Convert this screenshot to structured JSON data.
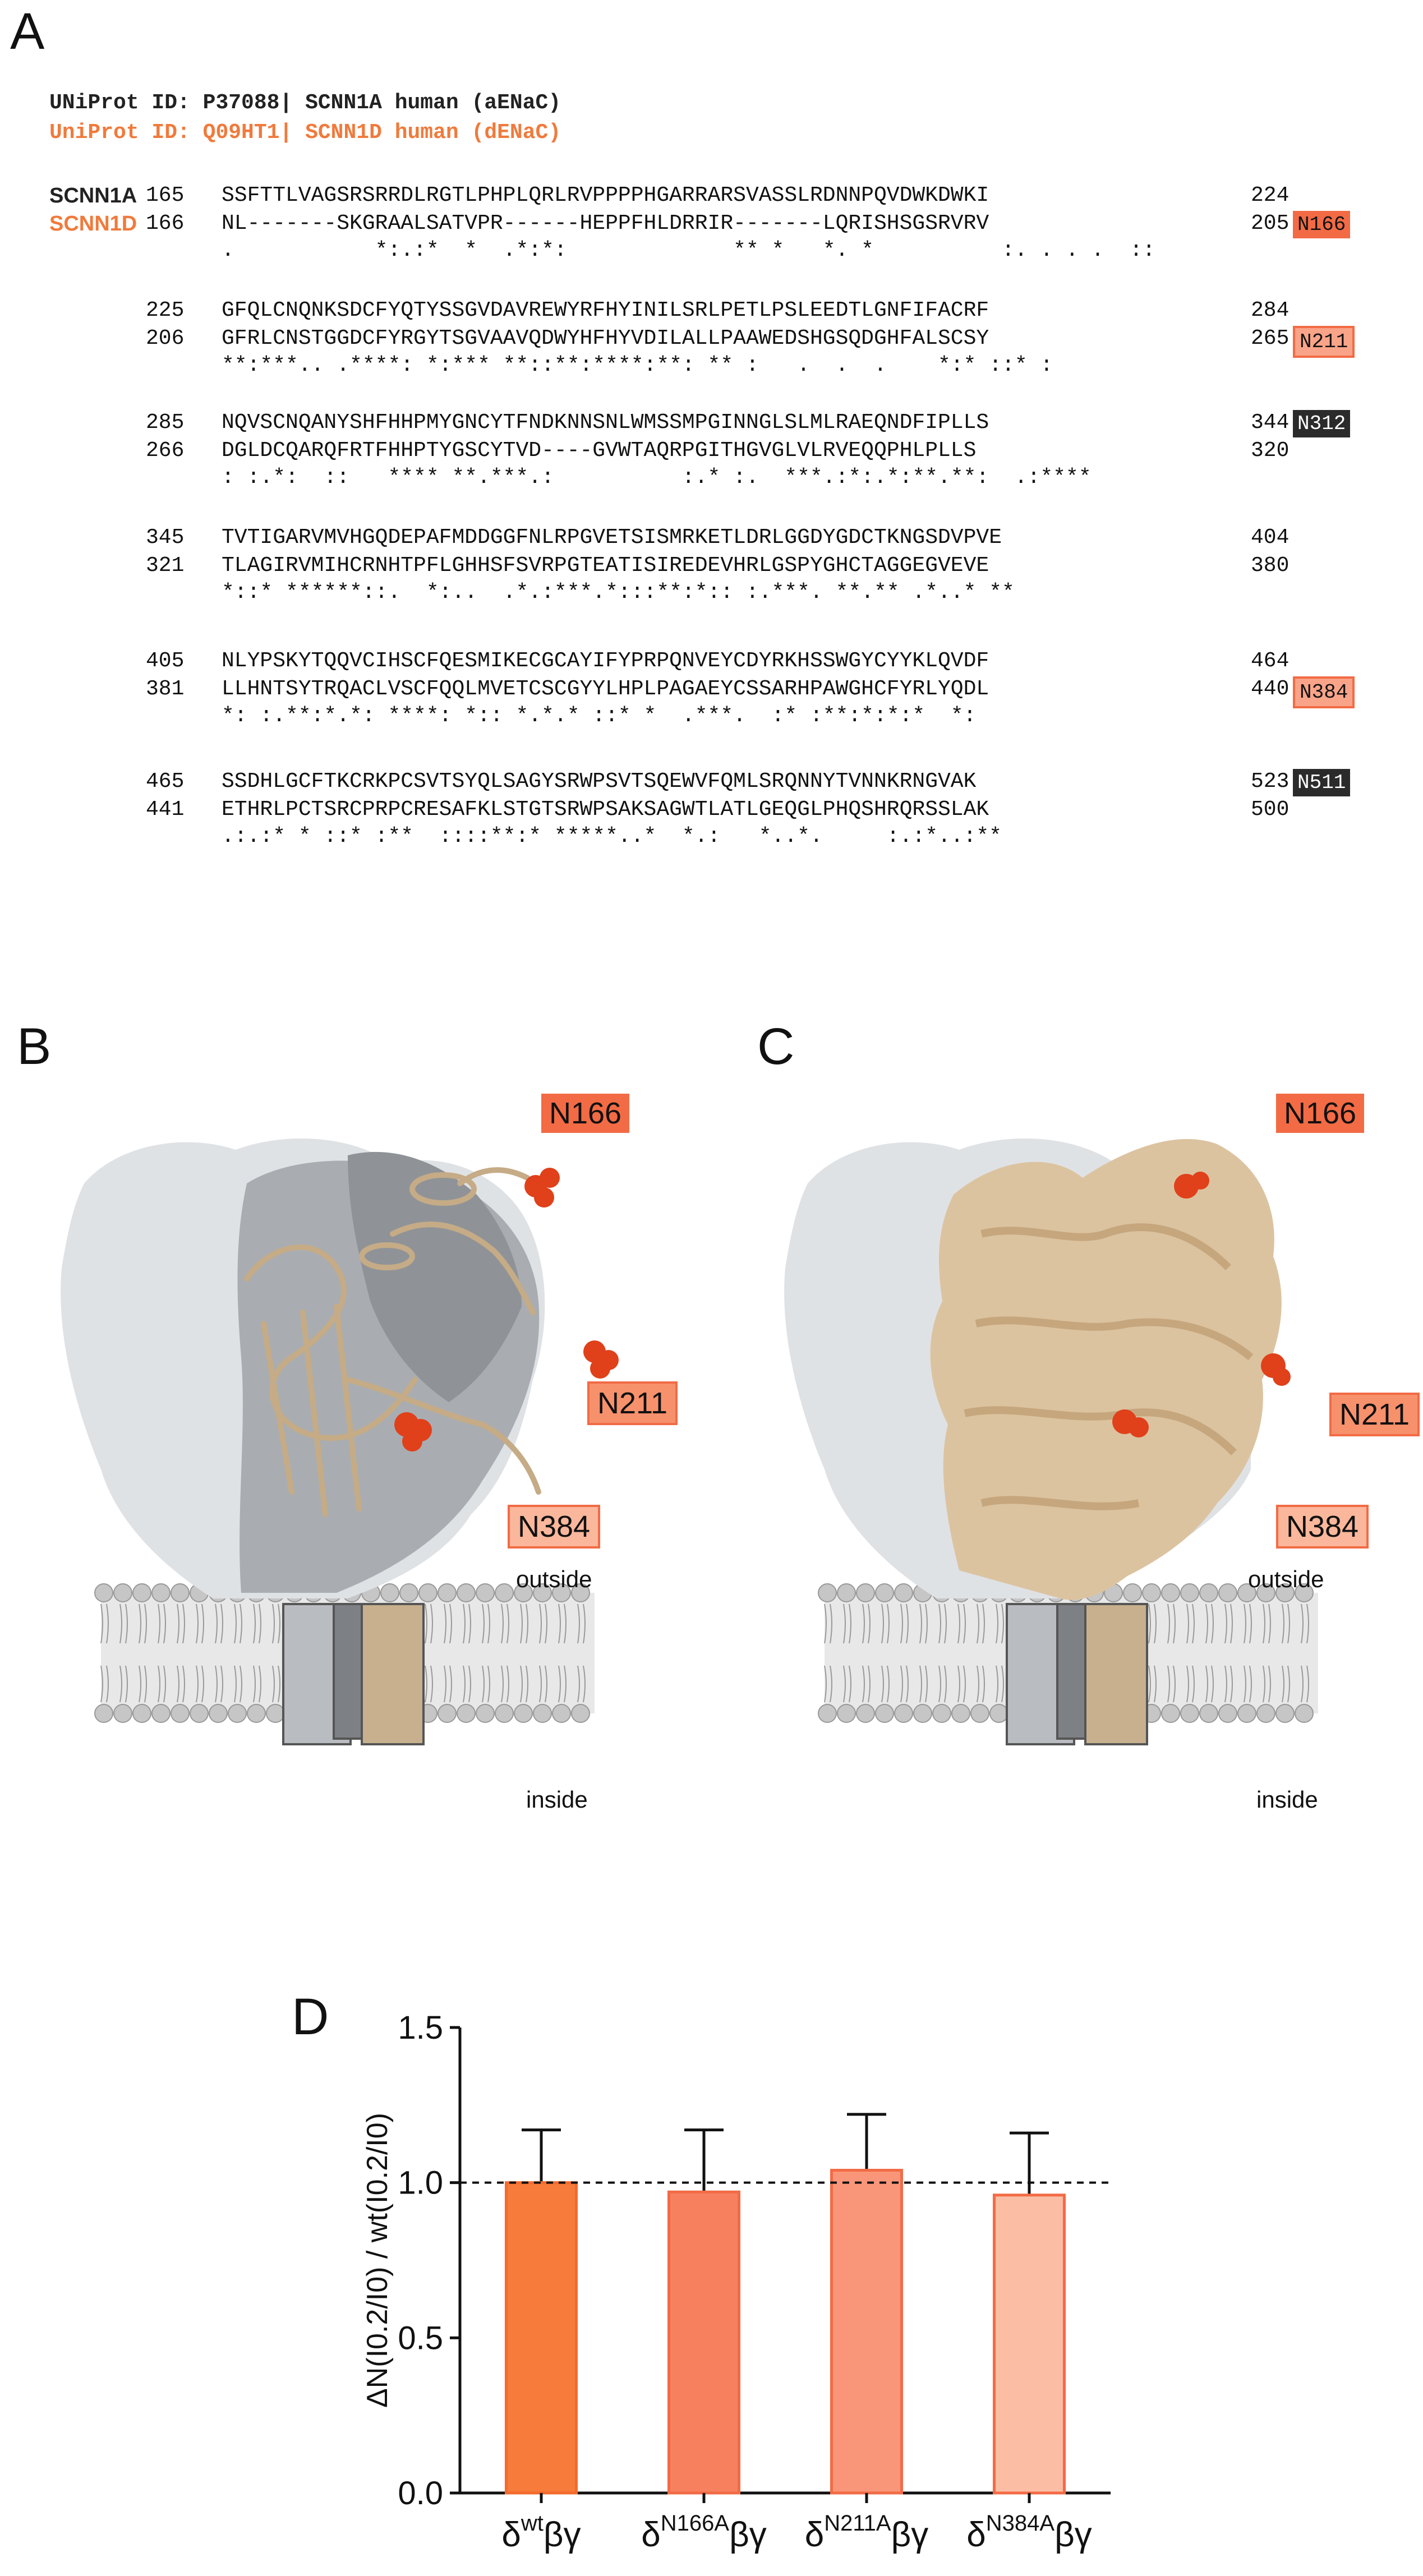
{
  "panels": {
    "a": "A",
    "b": "B",
    "c": "C",
    "d": "D"
  },
  "header": {
    "line1": "UNiProt ID: P37088| SCNN1A human (aENaC)",
    "line2": "UniProt ID: Q09HT1| SCNN1D human (dENaC)"
  },
  "alignment": [
    {
      "a_label": "SCNN1A",
      "a_start": "165",
      "a_seq": "SSFTTLVAGSRSRRDLRGTLPHPLQRLRVPPPPHGARRARSVASSLRDNNPQVDWKDWKI",
      "a_end": "224",
      "d_label": "SCNN1D",
      "d_start": "166",
      "d_seq": "NL-------SKGRAALSATVPR------HEPPFHLDRRIR-------LQRISHSGSRVRV",
      "d_end": "205",
      "cons": ".           *:.:*  *  .*:*:             ** *   *. *          :. . . .  ::",
      "tag": "N166"
    },
    {
      "a_label": "",
      "a_start": "225",
      "a_seq": "GFQLCNQNKSDCFYQTYSSGVDAVREWYRFHYINILSRLPETLPSLEEDTLGNFIFACRF",
      "a_end": "284",
      "d_label": "",
      "d_start": "206",
      "d_seq": "GFRLCNSTGGDCFYRGYTSGVAAVQDWYHFHYVDILALLPAAWEDSHGSQDGHFALSCSY",
      "d_end": "265",
      "cons": "**:***.. .****: *:*** **::**:****:**: ** :   .  .  .    *:* ::* :",
      "tag": "N211"
    },
    {
      "a_label": "",
      "a_start": "285",
      "a_seq": "NQVSCNQANYSHFHHPMYGNCYTFNDKNNSNLWMSSMPGINNGLSLMLRAEQNDFIPLLS",
      "a_end": "344",
      "d_label": "",
      "d_start": "266",
      "d_seq": "DGLDCQARQFRTFHHPTYGSCYTVD----GVWTAQRPGITHGVGLVLRVEQQPHLPLLS",
      "d_end": "320",
      "cons": ": :.*:  ::   **** **.***.:          :.* :.  ***.:*:.*:**.**:  .:****",
      "tag": "N312"
    },
    {
      "a_label": "",
      "a_start": "345",
      "a_seq": "TVTIGARVMVHGQDEPAFMDDGGFNLRPGVETSISMRKETLDRLGGDYGDCTKNGSDVPVE",
      "a_end": "404",
      "d_label": "",
      "d_start": "321",
      "d_seq": "TLAGIRVMIHCRNHTPFLGHHSFSVRPGTEATISIREDEVHRLGSPYGHCTAGGEGVEVE",
      "d_end": "380",
      "cons": "*::* ******::.  *:..  .*.:***.*:::**:*:: :.***. **.** .*..* **",
      "tag": ""
    },
    {
      "a_label": "",
      "a_start": "405",
      "a_seq": "NLYPSKYTQQVCIHSCFQESMIKECGCAYIFYPRPQNVEYCDYRKHSSWGYCYYKLQVDF",
      "a_end": "464",
      "d_label": "",
      "d_start": "381",
      "d_seq": "LLHNTSYTRQACLVSCFQQLMVETCSCGYYLHPLPAGAEYCSSARHPAWGHCFYRLYQDL",
      "d_end": "440",
      "cons": "*: :.**:*.*: ****: *:: *.*.* ::* *  .***.  :* :**:*:*:*  *:",
      "tag": "N384"
    },
    {
      "a_label": "",
      "a_start": "465",
      "a_seq": "SSDHLGCFTKCRKPCSVTSYQLSAGYSRWPSVTSQEWVFQMLSRQNNYTVNNKRNGVAK",
      "a_end": "523",
      "d_label": "",
      "d_start": "441",
      "d_seq": "ETHRLPCTSRCPRPCRESAFKLSTGTSRWPSAKSAGWTLATLGEQGLPHQSHRQRSSLAK",
      "d_end": "500",
      "cons": ".:.:* * ::* :**  ::::**:* *****..*  *.:   *..*.     :.:*..:**",
      "tag": "N511"
    }
  ],
  "structure": {
    "labels": {
      "n166": "N166",
      "n211": "N211",
      "n384": "N384"
    },
    "outside": "outside",
    "inside": "inside"
  },
  "chart_data": {
    "type": "bar",
    "categories": [
      "δwtβγ",
      "δN166Aβγ",
      "δN211Aβγ",
      "δN384Aβγ"
    ],
    "category_parts": [
      {
        "base": "δ",
        "sup": "wt",
        "tail": "βγ"
      },
      {
        "base": "δ",
        "sup": "N166A",
        "tail": "βγ"
      },
      {
        "base": "δ",
        "sup": "N211A",
        "tail": "βγ"
      },
      {
        "base": "δ",
        "sup": "N384A",
        "tail": "βγ"
      }
    ],
    "values": [
      1.0,
      0.97,
      1.04,
      0.96
    ],
    "errors": [
      0.17,
      0.2,
      0.18,
      0.2
    ],
    "ylim": [
      0.0,
      1.5
    ],
    "yticks": [
      "0.0",
      "0.5",
      "1.0",
      "1.5"
    ],
    "reference_line": 1.0,
    "ylabel": "ΔN(I0.2/I0) / wt(I0.2/I0)",
    "colors": [
      "#f77b3a",
      "#f7805f",
      "#f99679",
      "#fbbea5"
    ],
    "edge_colors": [
      "#f26b2d",
      "#f26b45",
      "#f26b45",
      "#f26b45"
    ]
  },
  "colors": {
    "orange": "#f26b45",
    "dark": "#2b2b2b",
    "grey_box": "#c9c7c9",
    "tan": "#c9b08e"
  }
}
